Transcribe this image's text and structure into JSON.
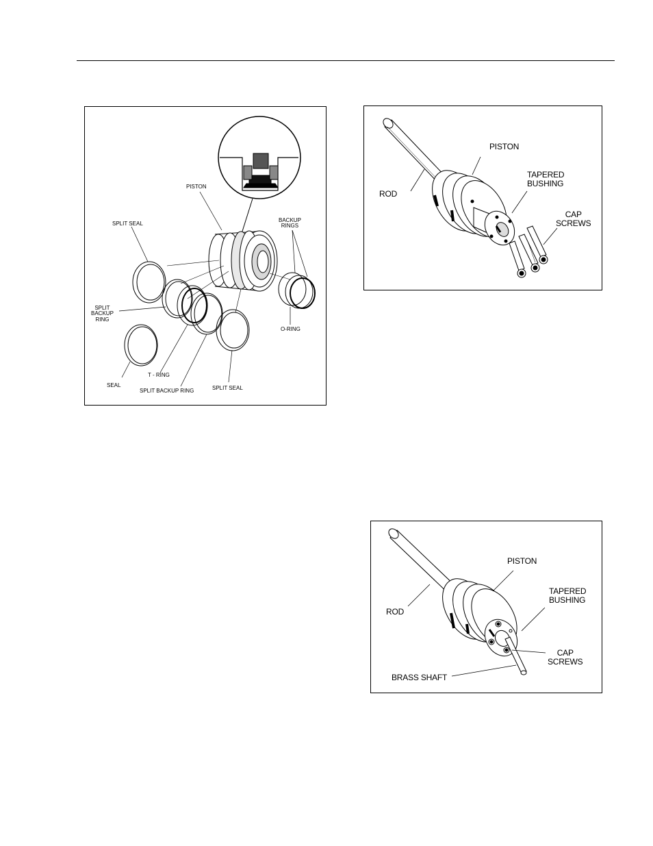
{
  "figure1": {
    "labels": {
      "piston": "PISTON",
      "split_seal_top": "SPLIT SEAL",
      "backup_rings": [
        "BACKUP",
        "RINGS"
      ],
      "split_backup_ring_left": [
        "SPLIT",
        "BACKUP",
        "RING"
      ],
      "o_ring": "O-RING",
      "seal": "SEAL",
      "t_ring": "T - RING",
      "split_backup_ring_bottom": "SPLIT BACKUP RING",
      "split_seal_bottom": "SPLIT SEAL"
    }
  },
  "figure2": {
    "labels": {
      "piston": "PISTON",
      "rod": "ROD",
      "tapered_bushing": [
        "TAPERED",
        "BUSHING"
      ],
      "cap_screws": [
        "CAP",
        "SCREWS"
      ]
    }
  },
  "figure3": {
    "labels": {
      "piston": "PISTON",
      "rod": "ROD",
      "tapered_bushing": [
        "TAPERED",
        "BUSHING"
      ],
      "cap_screws": [
        "CAP",
        "SCREWS"
      ],
      "brass_shaft": "BRASS SHAFT"
    }
  }
}
